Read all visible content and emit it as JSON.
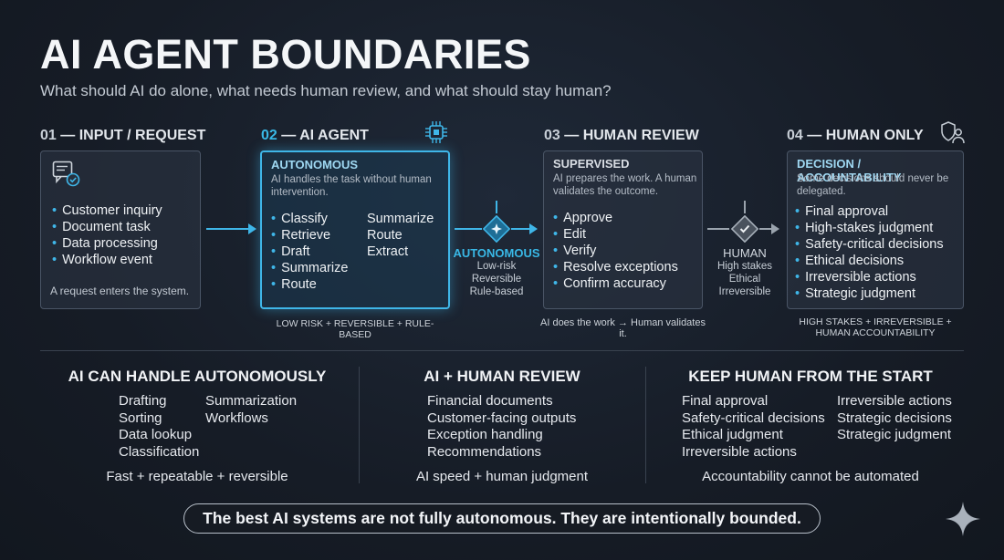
{
  "header": {
    "title": "AI AGENT BOUNDARIES",
    "subtitle": "What should AI do alone, what needs human review, and what should stay human?"
  },
  "steps": [
    {
      "num": "01",
      "title": "INPUT / REQUEST",
      "items": [
        "Customer inquiry",
        "Document task",
        "Data processing",
        "Workflow event"
      ],
      "footer": "A request enters the system."
    },
    {
      "num": "02",
      "title": "AI AGENT",
      "kicker": "AUTONOMOUS",
      "desc": "AI handles the task without human intervention.",
      "items_left": [
        "Classify",
        "Retrieve",
        "Draft",
        "Summarize",
        "Route"
      ],
      "items_right": [
        "Summarize",
        "Route",
        "Extract"
      ],
      "below": "LOW RISK + REVERSIBLE + RULE-BASED"
    },
    {
      "num": "03",
      "title": "HUMAN REVIEW",
      "kicker": "SUPERVISED",
      "desc": "AI prepares the work. A human validates the outcome.",
      "items": [
        "Approve",
        "Edit",
        "Verify",
        "Resolve exceptions",
        "Confirm accuracy"
      ],
      "below": "AI does the work → Human validates it."
    },
    {
      "num": "04",
      "title": "HUMAN ONLY",
      "kicker": "DECISION / ACCOUNTABILITY",
      "desc": "Some decisions should never be delegated.",
      "items": [
        "Final approval",
        "High-stakes judgment",
        "Safety-critical decisions",
        "Ethical decisions",
        "Irreversible actions",
        "Strategic judgment"
      ],
      "below_1": "HIGH STAKES + IRREVERSIBLE +",
      "below_2": "HUMAN ACCOUNTABILITY"
    }
  ],
  "nodes": {
    "autonomous": {
      "label": "AUTONOMOUS",
      "lines": [
        "Low-risk",
        "Reversible",
        "Rule-based"
      ]
    },
    "human": {
      "label": "HUMAN",
      "lines": [
        "High stakes",
        "Ethical",
        "Irreversible"
      ]
    }
  },
  "sections": [
    {
      "title": "AI CAN HANDLE AUTONOMOUSLY",
      "col1": [
        "Drafting",
        "Sorting",
        "Data lookup",
        "Classification"
      ],
      "col2": [
        "Summarization",
        "Workflows"
      ],
      "footer": "Fast + repeatable + reversible"
    },
    {
      "title": "AI + HUMAN REVIEW",
      "col1": [
        "Financial documents",
        "Customer-facing outputs",
        "Exception handling",
        "Recommendations"
      ],
      "footer": "AI speed + human judgment"
    },
    {
      "title": "KEEP HUMAN FROM THE START",
      "col1": [
        "Final approval",
        "Safety-critical decisions",
        "Ethical judgment",
        "Irreversible actions"
      ],
      "col2": [
        "Irreversible actions",
        "Strategic decisions",
        "Strategic judgment"
      ],
      "footer": "Accountability cannot be automated"
    }
  ],
  "banner": "The best AI systems are not fully autonomous. They are intentionally bounded.",
  "colors": {
    "accent": "#3fb6e8",
    "background": "#161c26",
    "card_border": "#4a5566"
  },
  "icons": [
    "chat-document-icon",
    "chip-icon",
    "user-shield-icon",
    "diamond-plus-icon",
    "diamond-check-icon",
    "sparkle-icon"
  ]
}
